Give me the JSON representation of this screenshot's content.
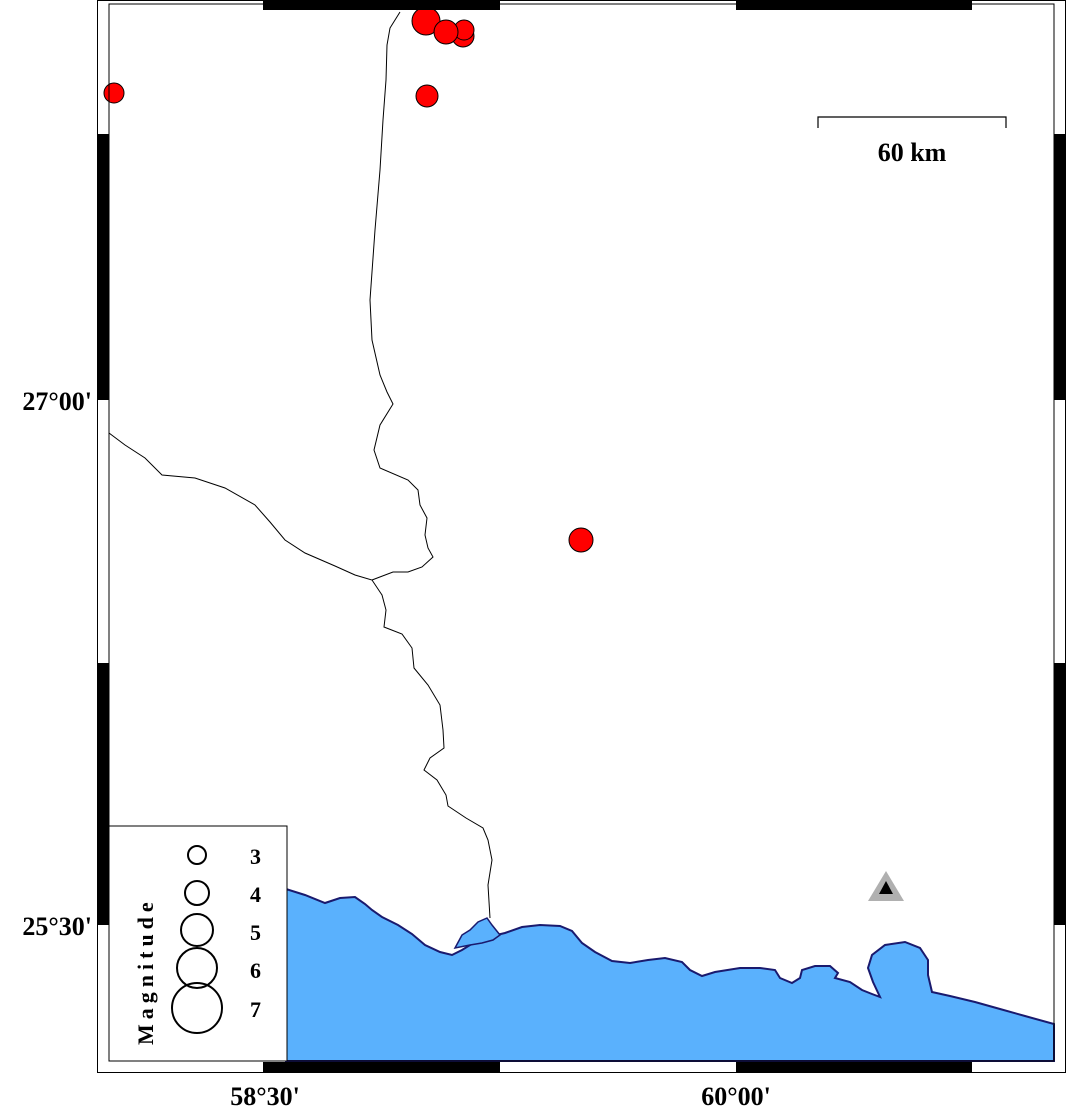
{
  "map": {
    "lat_labels": [
      "27°00'",
      "25°30'"
    ],
    "lon_labels": [
      "58°30'",
      "60°00'"
    ],
    "scale_bar": {
      "label": "60 km"
    },
    "colors": {
      "water": "#5ab1fd",
      "coast": "#1a1a6e",
      "event": "#ff0000",
      "station_outer": "#b0b0b0",
      "station_inner": "#000000"
    },
    "legend": {
      "title": "Magnitude",
      "entries": [
        {
          "label": "3",
          "magnitude": 3
        },
        {
          "label": "4",
          "magnitude": 4
        },
        {
          "label": "5",
          "magnitude": 5
        },
        {
          "label": "6",
          "magnitude": 6
        },
        {
          "label": "7",
          "magnitude": 7
        }
      ]
    },
    "events_count": 7,
    "stations_count": 1
  }
}
